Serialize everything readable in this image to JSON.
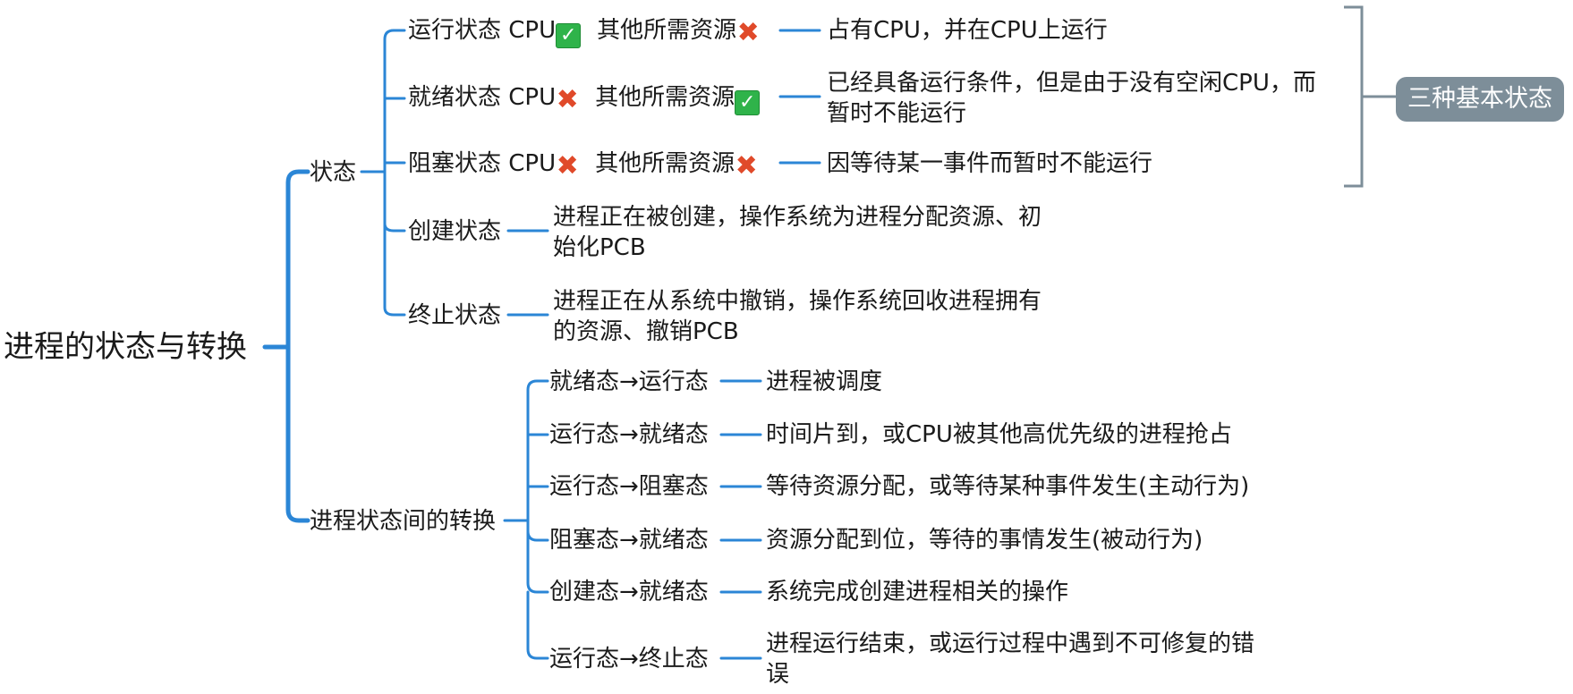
{
  "root": "进程的状态与转换",
  "branches": {
    "states": {
      "label": "状态",
      "running": {
        "name": "运行状态",
        "cpu_label": "CPU",
        "cpu_status": "check",
        "res_label": "其他所需资源",
        "res_status": "cross",
        "desc": "占有CPU，并在CPU上运行"
      },
      "ready": {
        "name": "就绪状态",
        "cpu_label": "CPU",
        "cpu_status": "cross",
        "res_label": "其他所需资源",
        "res_status": "check",
        "desc_line1": "已经具备运行条件，但是由于没有空闲CPU，而",
        "desc_line2": "暂时不能运行"
      },
      "blocked": {
        "name": "阻塞状态",
        "cpu_label": "CPU",
        "cpu_status": "cross",
        "res_label": "其他所需资源",
        "res_status": "cross",
        "desc": "因等待某一事件而暂时不能运行"
      },
      "created": {
        "name": "创建状态",
        "desc_line1": "进程正在被创建，操作系统为进程分配资源、初",
        "desc_line2": "始化PCB"
      },
      "terminated": {
        "name": "终止状态",
        "desc_line1": "进程正在从系统中撤销，操作系统回收进程拥有",
        "desc_line2": "的资源、撤销PCB"
      }
    },
    "transitions": {
      "label": "进程状态间的转换",
      "items": [
        {
          "from_to": "就绪态→运行态",
          "desc": "进程被调度"
        },
        {
          "from_to": "运行态→就绪态",
          "desc": "时间片到，或CPU被其他高优先级的进程抢占"
        },
        {
          "from_to": "运行态→阻塞态",
          "desc": "等待资源分配，或等待某种事件发生(主动行为)"
        },
        {
          "from_to": "阻塞态→就绪态",
          "desc": "资源分配到位，等待的事情发生(被动行为)"
        },
        {
          "from_to": "创建态→就绪态",
          "desc": "系统完成创建进程相关的操作"
        },
        {
          "from_to": "运行态→终止态",
          "desc_line1": "进程运行结束，或运行过程中遇到不可修复的错",
          "desc_line2": "误"
        }
      ]
    }
  },
  "summary": {
    "label": "三种基本状态"
  },
  "colors": {
    "connector": "#2b86d6",
    "bracket": "#7d8e99",
    "tag_bg": "#7d8e99",
    "check": "#2fb34a",
    "cross": "#e04a2a"
  }
}
